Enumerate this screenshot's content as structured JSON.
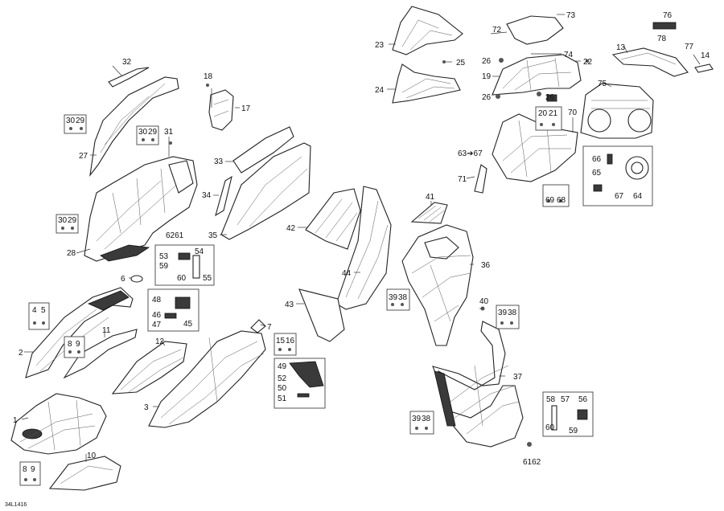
{
  "diagram_code": "34L1416",
  "callouts": [
    {
      "id": "c1",
      "text": "1"
    },
    {
      "id": "c2",
      "text": "2"
    },
    {
      "id": "c3",
      "text": "3"
    },
    {
      "id": "c4",
      "text": "4"
    },
    {
      "id": "c5",
      "text": "5"
    },
    {
      "id": "c6",
      "text": "6"
    },
    {
      "id": "c7",
      "text": "7"
    },
    {
      "id": "c8",
      "text": "8"
    },
    {
      "id": "c9",
      "text": "9"
    },
    {
      "id": "c8b",
      "text": "8"
    },
    {
      "id": "c9b",
      "text": "9"
    },
    {
      "id": "c10",
      "text": "10"
    },
    {
      "id": "c11",
      "text": "11"
    },
    {
      "id": "c12",
      "text": "12"
    },
    {
      "id": "c13",
      "text": "13"
    },
    {
      "id": "c14",
      "text": "14"
    },
    {
      "id": "c15",
      "text": "15"
    },
    {
      "id": "c16",
      "text": "16"
    },
    {
      "id": "c17",
      "text": "17"
    },
    {
      "id": "c18",
      "text": "18"
    },
    {
      "id": "c19",
      "text": "19"
    },
    {
      "id": "c20",
      "text": "20"
    },
    {
      "id": "c21",
      "text": "21"
    },
    {
      "id": "c22",
      "text": "22"
    },
    {
      "id": "c23",
      "text": "23"
    },
    {
      "id": "c24",
      "text": "24"
    },
    {
      "id": "c25",
      "text": "25"
    },
    {
      "id": "c26a",
      "text": "26"
    },
    {
      "id": "c26b",
      "text": "26"
    },
    {
      "id": "c26c",
      "text": "26"
    },
    {
      "id": "c27",
      "text": "27"
    },
    {
      "id": "c28",
      "text": "28"
    },
    {
      "id": "c29a",
      "text": "29"
    },
    {
      "id": "c30a",
      "text": "30"
    },
    {
      "id": "c29b",
      "text": "29"
    },
    {
      "id": "c30b",
      "text": "30"
    },
    {
      "id": "c29c",
      "text": "29"
    },
    {
      "id": "c30c",
      "text": "30"
    },
    {
      "id": "c31",
      "text": "31"
    },
    {
      "id": "c32",
      "text": "32"
    },
    {
      "id": "c33",
      "text": "33"
    },
    {
      "id": "c34",
      "text": "34"
    },
    {
      "id": "c35",
      "text": "35"
    },
    {
      "id": "c36",
      "text": "36"
    },
    {
      "id": "c37",
      "text": "37"
    },
    {
      "id": "c38a",
      "text": "38"
    },
    {
      "id": "c39a",
      "text": "39"
    },
    {
      "id": "c38b",
      "text": "38"
    },
    {
      "id": "c39b",
      "text": "39"
    },
    {
      "id": "c38c",
      "text": "38"
    },
    {
      "id": "c39c",
      "text": "39"
    },
    {
      "id": "c40",
      "text": "40"
    },
    {
      "id": "c41",
      "text": "41"
    },
    {
      "id": "c42",
      "text": "42"
    },
    {
      "id": "c43",
      "text": "43"
    },
    {
      "id": "c44",
      "text": "44"
    },
    {
      "id": "c45",
      "text": "45"
    },
    {
      "id": "c46",
      "text": "46"
    },
    {
      "id": "c47",
      "text": "47"
    },
    {
      "id": "c48",
      "text": "48"
    },
    {
      "id": "c49",
      "text": "49"
    },
    {
      "id": "c50",
      "text": "50"
    },
    {
      "id": "c51",
      "text": "51"
    },
    {
      "id": "c52",
      "text": "52"
    },
    {
      "id": "c53",
      "text": "53"
    },
    {
      "id": "c54",
      "text": "54"
    },
    {
      "id": "c55",
      "text": "55"
    },
    {
      "id": "c56",
      "text": "56"
    },
    {
      "id": "c57",
      "text": "57"
    },
    {
      "id": "c58",
      "text": "58"
    },
    {
      "id": "c59a",
      "text": "59"
    },
    {
      "id": "c59b",
      "text": "59"
    },
    {
      "id": "c60a",
      "text": "60"
    },
    {
      "id": "c60b",
      "text": "60"
    },
    {
      "id": "c61a",
      "text": "61"
    },
    {
      "id": "c62a",
      "text": "62"
    },
    {
      "id": "c6162",
      "text": "6162"
    },
    {
      "id": "c6261",
      "text": "6261"
    },
    {
      "id": "c6367",
      "text": "63➔67"
    },
    {
      "id": "c64",
      "text": "64"
    },
    {
      "id": "c65",
      "text": "65"
    },
    {
      "id": "c66",
      "text": "66"
    },
    {
      "id": "c67",
      "text": "67"
    },
    {
      "id": "c68",
      "text": "68"
    },
    {
      "id": "c69",
      "text": "69"
    },
    {
      "id": "c70",
      "text": "70"
    },
    {
      "id": "c71",
      "text": "71"
    },
    {
      "id": "c72",
      "text": "72"
    },
    {
      "id": "c73",
      "text": "73"
    },
    {
      "id": "c74",
      "text": "74"
    },
    {
      "id": "c75",
      "text": "75"
    },
    {
      "id": "c76",
      "text": "76"
    },
    {
      "id": "c77",
      "text": "77"
    },
    {
      "id": "c78",
      "text": "78"
    }
  ]
}
